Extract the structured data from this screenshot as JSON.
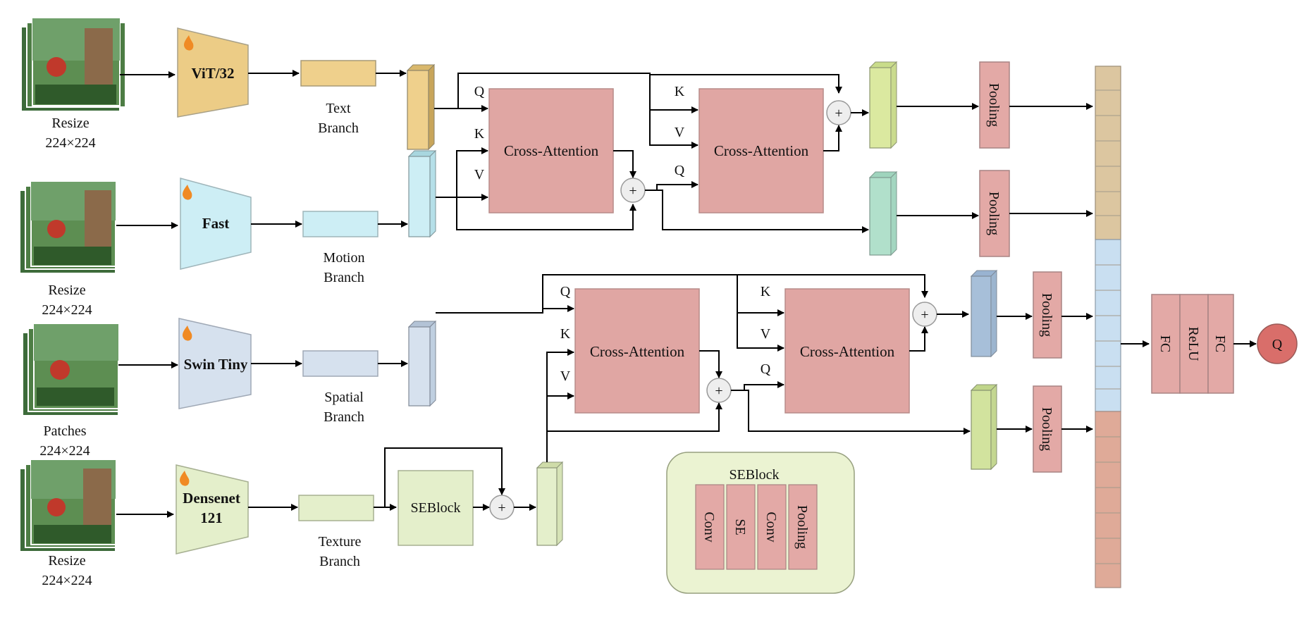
{
  "inputs": {
    "video1": {
      "label1": "Resize",
      "label2": "224×224"
    },
    "video2": {
      "label1": "Resize",
      "label2": "224×224"
    },
    "video3": {
      "label1": "Patches",
      "label2": "224×224"
    },
    "video4": {
      "label1": "Resize",
      "label2": "224×224"
    }
  },
  "encoders": {
    "vit": "ViT/32",
    "fast": "Fast",
    "swin": "Swin Tiny",
    "densenet1": "Densenet",
    "densenet2": "121"
  },
  "branches": {
    "text": {
      "l1": "Text",
      "l2": "Branch"
    },
    "motion": {
      "l1": "Motion",
      "l2": "Branch"
    },
    "spatial": {
      "l1": "Spatial",
      "l2": "Branch"
    },
    "texture": {
      "l1": "Texture",
      "l2": "Branch"
    }
  },
  "attention": {
    "label": "Cross-Attention",
    "q": "Q",
    "k": "K",
    "v": "V",
    "plus": "+"
  },
  "seblock": {
    "label": "SEBlock",
    "legend_title": "SEBlock",
    "legend_items": [
      "Conv",
      "SE",
      "Conv",
      "Pooling"
    ]
  },
  "pooling": "Pooling",
  "head": {
    "fc1": "FC",
    "relu": "ReLU",
    "fc2": "FC",
    "output": "Q"
  },
  "colors": {
    "text_branch": "#efd08c",
    "motion_branch": "#cdeef5",
    "spatial_branch": "#d6e1ee",
    "texture_branch": "#e4efcb",
    "cross_attention": "#e0a6a3",
    "pooling": "#e3a9a6",
    "seblock_panel": "#ebf3d2",
    "output_node": "#d96e6a"
  }
}
